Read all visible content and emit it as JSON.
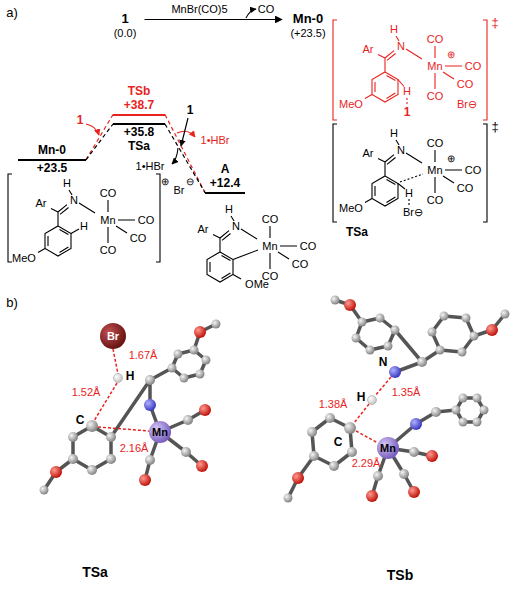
{
  "diagram": {
    "nodes": [
      {
        "text": [
          "1",
          "(0.0)"
        ]
      },
      {
        "text": [
          "Mn-0",
          "(+23.5)"
        ]
      },
      {
        "text": [
          "Mn-0",
          "+23.5"
        ]
      },
      {
        "text": [
          "TSb",
          "+38.7"
        ]
      },
      {
        "text": [
          "+35.8",
          "TSa"
        ]
      },
      {
        "text": [
          "A",
          "+12.4"
        ]
      }
    ],
    "edges": [
      {
        "from": 0,
        "to": 1,
        "arrow": "to",
        "label": "MnBr(CO)5"
      },
      {
        "from": 2,
        "to": 3,
        "arrow": "none"
      },
      {
        "from": 2,
        "to": 4,
        "arrow": "none"
      },
      {
        "from": 3,
        "to": 5,
        "arrow": "none"
      },
      {
        "from": 4,
        "to": 5,
        "arrow": "none"
      }
    ],
    "labels": [
      "a)",
      "CO",
      "1",
      "1•HBr",
      "1",
      "1•HBr",
      "Ar",
      "H",
      "N",
      "CO",
      "CO",
      "Mn",
      "CO",
      "CO",
      "⊕",
      "Br",
      "⊖",
      "H",
      "MeO",
      "Ar",
      "H",
      "N",
      "CO",
      "Mn",
      "⊕",
      "CO",
      "CO",
      "CO",
      "H",
      "1",
      "Br⊖",
      "MeO",
      "‡",
      "Ar",
      "H",
      "N",
      "CO",
      "Mn",
      "⊕",
      "CO",
      "CO",
      "CO",
      "H",
      "Br⊖",
      "MeO",
      "‡",
      "TSa",
      "Ar",
      "H",
      "N",
      "CO",
      "Mn",
      "CO",
      "CO",
      "CO",
      "OMe",
      "b)",
      "1.67Å",
      "1.52Å",
      "2.16Å",
      "H",
      "C",
      "Mn",
      "Br",
      "TSa",
      "N",
      "1.35Å",
      "H",
      "1.38Å",
      "C",
      "Mn",
      "2.29Å",
      "TSb"
    ]
  }
}
